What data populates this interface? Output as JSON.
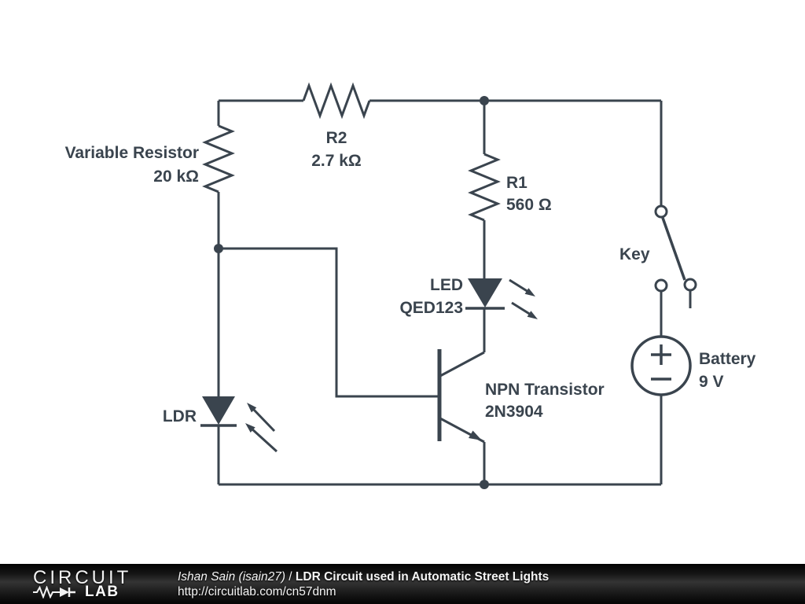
{
  "canvas": {
    "background": "#ffffff",
    "line_color": "#3a444e"
  },
  "components": {
    "variable_resistor": {
      "name": "Variable Resistor",
      "value": "20 kΩ"
    },
    "r2": {
      "name": "R2",
      "value": "2.7 kΩ"
    },
    "r1": {
      "name": "R1",
      "value": "560 Ω"
    },
    "led": {
      "name": "LED",
      "value": "QED123"
    },
    "key_switch": {
      "name": "Key"
    },
    "npn_transistor": {
      "name": "NPN Transistor",
      "value": "2N3904"
    },
    "ldr": {
      "name": "LDR"
    },
    "battery": {
      "name": "Battery",
      "value": "9 V"
    }
  },
  "footer": {
    "logo": {
      "line1": "CIRCUIT",
      "line2": "LAB"
    },
    "author": "Ishan Sain (isain27)",
    "separator": " / ",
    "title": "LDR Circuit used in Automatic Street Lights",
    "url": "http://circuitlab.com/cn57dnm"
  }
}
